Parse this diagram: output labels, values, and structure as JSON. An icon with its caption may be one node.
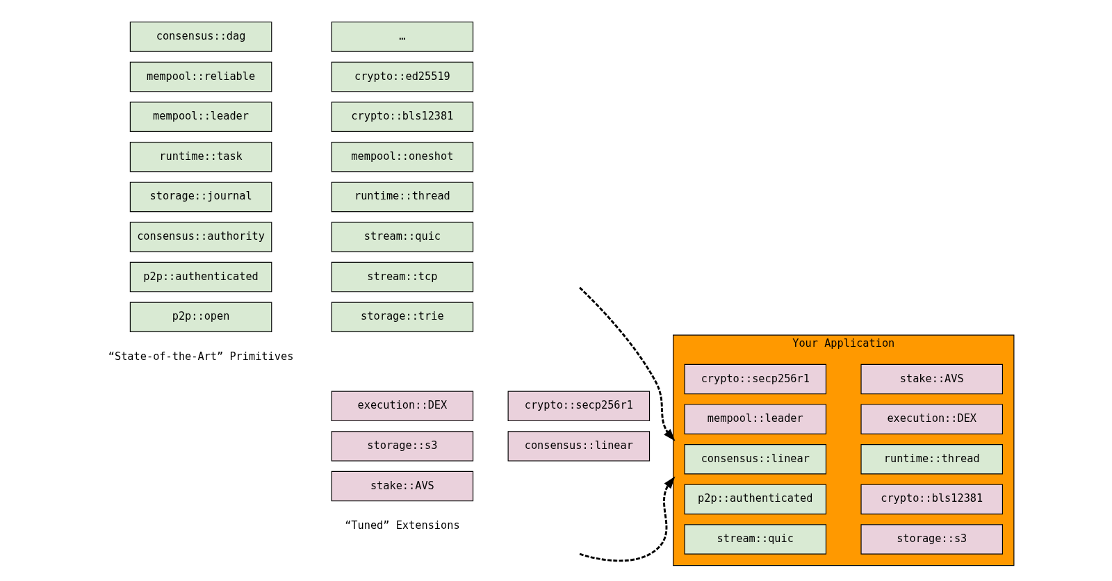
{
  "diagram": {
    "nodes": [
      {
        "text": [
          "p2p::open"
        ]
      },
      {
        "text": [
          "storage::trie"
        ]
      },
      {
        "text": [
          "p2p::authenticated"
        ]
      },
      {
        "text": [
          "stream::tcp"
        ]
      },
      {
        "text": [
          "consensus::authority"
        ]
      },
      {
        "text": [
          "stream::quic"
        ]
      },
      {
        "text": [
          "storage::journal"
        ]
      },
      {
        "text": [
          "runtime::thread"
        ]
      },
      {
        "text": [
          "runtime::task"
        ]
      },
      {
        "text": [
          "mempool::oneshot"
        ]
      },
      {
        "text": [
          "mempool::leader"
        ]
      },
      {
        "text": [
          "crypto::bls12381"
        ]
      },
      {
        "text": [
          "mempool::reliable"
        ]
      },
      {
        "text": [
          "crypto::ed25519"
        ]
      },
      {
        "text": [
          "consensus::dag"
        ]
      },
      {
        "text": [
          "…"
        ]
      },
      {
        "text": [
          "Your Application"
        ]
      },
      {
        "text": [
          "stream::quic"
        ],
        "in": 16
      },
      {
        "text": [
          "storage::s3"
        ],
        "in": 16
      },
      {
        "text": [
          "p2p::authenticated"
        ],
        "in": 16
      },
      {
        "text": [
          "crypto::bls12381"
        ],
        "in": 16
      },
      {
        "text": [
          "consensus::linear"
        ],
        "in": 16
      },
      {
        "text": [
          "runtime::thread"
        ],
        "in": 16
      },
      {
        "text": [
          "mempool::leader"
        ],
        "in": 16
      },
      {
        "text": [
          "execution::DEX"
        ],
        "in": 16
      },
      {
        "text": [
          "crypto::secp256r1"
        ],
        "in": 16
      },
      {
        "text": [
          "stake::AVS"
        ],
        "in": 16
      },
      {
        "text": [
          "storage::s3"
        ]
      },
      {
        "text": [
          "consensus::linear"
        ]
      },
      {
        "text": [
          "execution::DEX"
        ]
      },
      {
        "text": [
          "crypto::secp256r1"
        ]
      },
      {
        "text": [
          "stake::AVS"
        ]
      }
    ],
    "edges": [
      {
        "from": null,
        "to": 16,
        "arrow": "to",
        "style": "dashed"
      },
      {
        "from": null,
        "to": 16,
        "arrow": "to",
        "style": "dashed"
      }
    ],
    "labels": [
      "“State-of-the-Art” Primitives",
      "“Tuned” Extensions"
    ]
  }
}
